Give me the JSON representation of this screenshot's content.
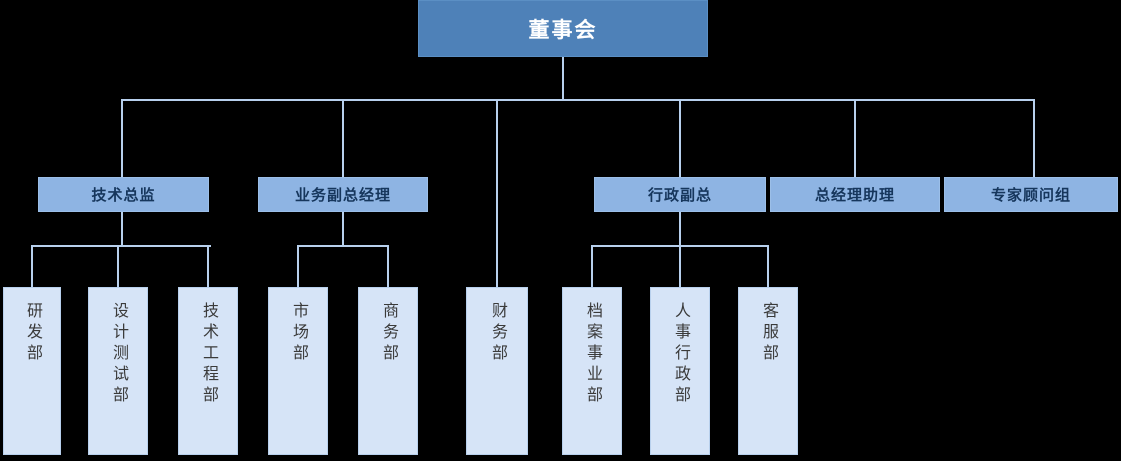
{
  "chart_data": {
    "type": "diagram",
    "diagram_kind": "organization-chart",
    "title": "",
    "orientation": "top-down",
    "levels": 3,
    "colors": {
      "root_fill": "#4E81B8",
      "root_text": "#FFFFFF",
      "level2_fill": "#8EB4E3",
      "level2_text": "#16365C",
      "leaf_fill": "#D6E4F7",
      "leaf_text": "#3A3A3A",
      "connector": "#B8D0ED",
      "background": "#000000"
    },
    "nodes": [
      {
        "id": "board",
        "label": "董事会",
        "level": 1,
        "parent": null
      },
      {
        "id": "cto",
        "label": "技术总监",
        "level": 2,
        "parent": "board"
      },
      {
        "id": "bizvp",
        "label": "业务副总经理",
        "level": 2,
        "parent": "board"
      },
      {
        "id": "adminvp",
        "label": "行政副总",
        "level": 2,
        "parent": "board"
      },
      {
        "id": "gmasst",
        "label": "总经理助理",
        "level": 2,
        "parent": "board"
      },
      {
        "id": "expert",
        "label": "专家顾问组",
        "level": 2,
        "parent": "board"
      },
      {
        "id": "rd",
        "label": "研发部",
        "level": 3,
        "parent": "cto"
      },
      {
        "id": "qa",
        "label": "设计测试部",
        "level": 3,
        "parent": "cto"
      },
      {
        "id": "eng",
        "label": "技术工程部",
        "level": 3,
        "parent": "cto"
      },
      {
        "id": "mkt",
        "label": "市场部",
        "level": 3,
        "parent": "bizvp"
      },
      {
        "id": "comm",
        "label": "商务部",
        "level": 3,
        "parent": "bizvp"
      },
      {
        "id": "fin",
        "label": "财务部",
        "level": 3,
        "parent": "board"
      },
      {
        "id": "arch",
        "label": "档案事业部",
        "level": 3,
        "parent": "adminvp"
      },
      {
        "id": "hr",
        "label": "人事行政部",
        "level": 3,
        "parent": "adminvp"
      },
      {
        "id": "cs",
        "label": "客服部",
        "level": 3,
        "parent": "adminvp"
      }
    ]
  },
  "root": {
    "label": "董事会"
  },
  "level2": [
    {
      "label": "技术总监"
    },
    {
      "label": "业务副总经理"
    },
    {
      "label": "行政副总"
    },
    {
      "label": "总经理助理"
    },
    {
      "label": "专家顾问组"
    }
  ],
  "leaves": [
    {
      "label": "研发部"
    },
    {
      "label": "设计测试部"
    },
    {
      "label": "技术工程部"
    },
    {
      "label": "市场部"
    },
    {
      "label": "商务部"
    },
    {
      "label": "财务部"
    },
    {
      "label": "档案事业部"
    },
    {
      "label": "人事行政部"
    },
    {
      "label": "客服部"
    }
  ]
}
